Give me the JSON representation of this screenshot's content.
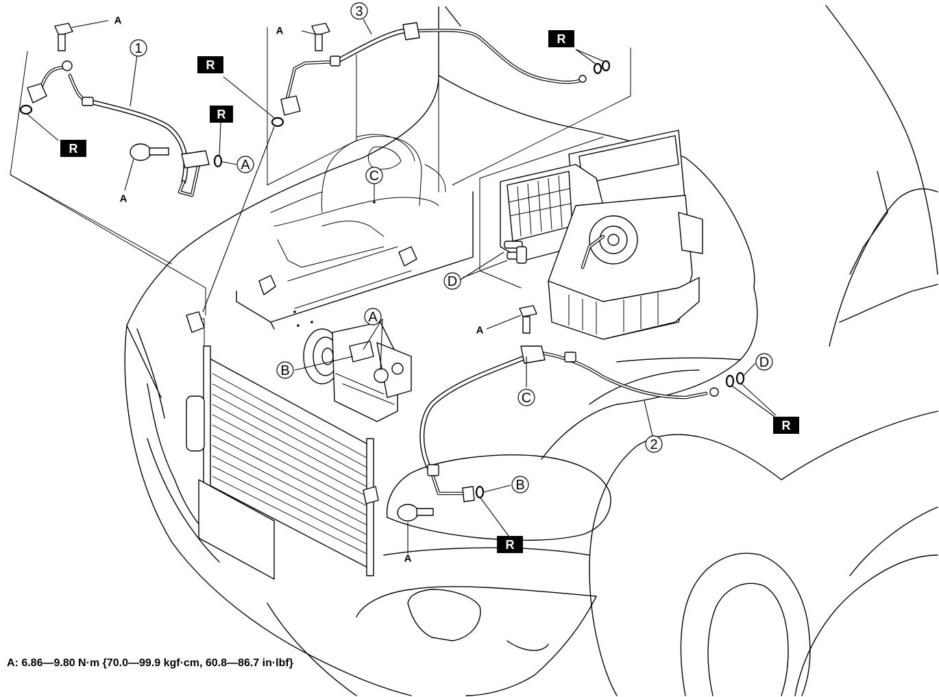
{
  "callouts": {
    "part_1": "1",
    "part_2": "2",
    "part_3": "3",
    "ref_a": "A",
    "ref_b": "B",
    "ref_c": "C",
    "ref_d": "D"
  },
  "bolt_label": "A",
  "replace_label": "R",
  "torque_note": "A: 6.86—9.80 N·m {70.0—99.9 kgf·cm, 60.8—86.7 in·lbf}"
}
